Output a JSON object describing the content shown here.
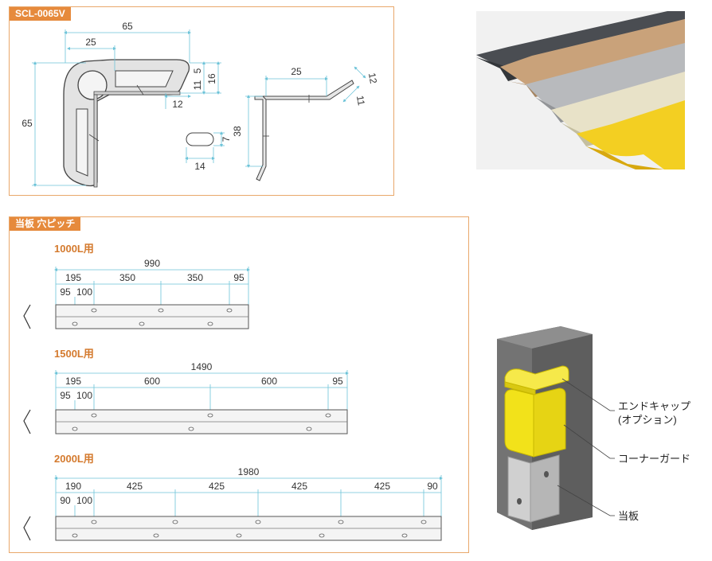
{
  "section1": {
    "tag": "SCL-0065V",
    "dims": {
      "top_width": "65",
      "inner_25": "25",
      "left_height": "65",
      "d11": "11",
      "d5": "5",
      "d16": "16",
      "d12": "12",
      "bracket_25": "25",
      "d12b": "12",
      "d11b": "11",
      "d38": "38",
      "d7": "7",
      "d14": "14"
    }
  },
  "section2": {
    "tag": "当板 穴ピッチ",
    "rows": [
      {
        "label": "1000L用",
        "total": "990",
        "segments": [
          "195",
          "350",
          "350",
          "95"
        ],
        "sub": [
          "95",
          "100"
        ]
      },
      {
        "label": "1500L用",
        "total": "1490",
        "segments": [
          "195",
          "600",
          "600",
          "95"
        ],
        "sub": [
          "95",
          "100"
        ]
      },
      {
        "label": "2000L用",
        "total": "1980",
        "segments": [
          "190",
          "425",
          "425",
          "425",
          "425",
          "90"
        ],
        "sub": [
          "90",
          "100"
        ]
      }
    ]
  },
  "callouts": {
    "end_cap": "エンドキャップ",
    "end_cap_note": "(オプション)",
    "corner_guard": "コーナーガード",
    "backing_plate": "当板"
  },
  "colors": {
    "accent_orange": "#e68a3c",
    "guard_yellow": "#f2e21a",
    "dim_line": "#6cc3d8",
    "post_gray": "#6e6e6e"
  }
}
